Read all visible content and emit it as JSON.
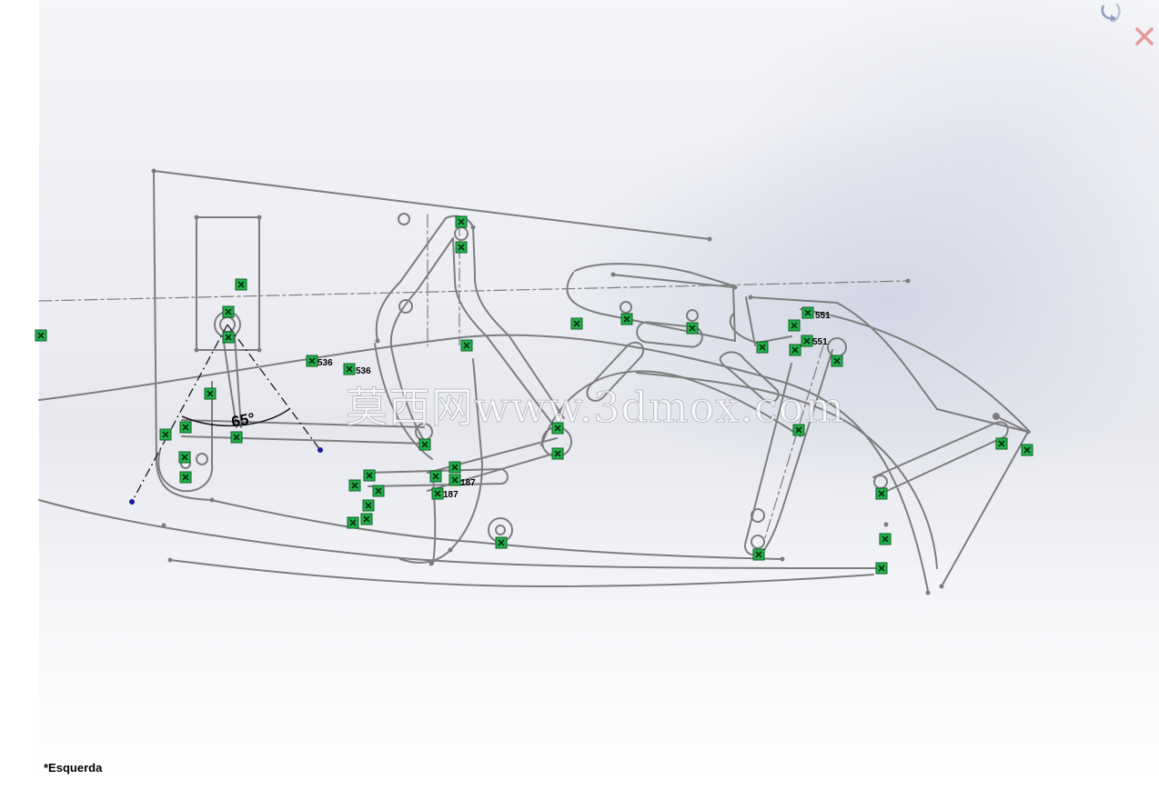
{
  "view": {
    "name": "*Esquerda"
  },
  "dimension": {
    "angle": "65°"
  },
  "labels": {
    "l536a": "536",
    "l536b": "536",
    "l187a": "187",
    "l187b": "187",
    "l551a": "551",
    "l551b": "551"
  },
  "watermark": "莫西网www.3dmox.com",
  "icons": {
    "rotate": "rotate-view-icon",
    "close": "close-sketch-icon"
  },
  "colors": {
    "line": "#7a7a7a",
    "relation": "#22b14c",
    "dimension": "#000000",
    "point_blue": "#1a1a9e"
  }
}
